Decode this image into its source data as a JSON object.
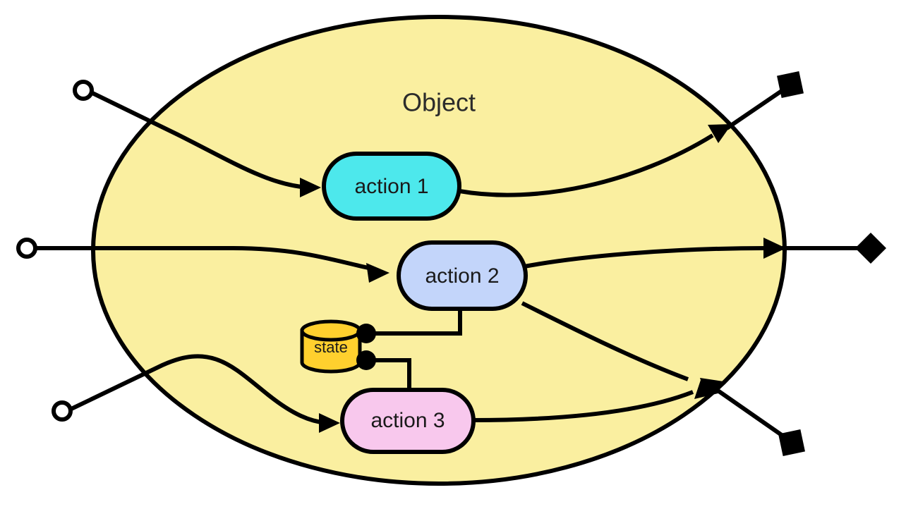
{
  "diagram": {
    "title": "Object",
    "container": {
      "name": "Object",
      "shape": "ellipse",
      "fill": "#faefa0",
      "stroke": "#000000"
    },
    "nodes": [
      {
        "id": "action1",
        "label": "action 1",
        "shape": "stadium",
        "fill": "#4de8ec",
        "stroke": "#000000"
      },
      {
        "id": "action2",
        "label": "action 2",
        "shape": "stadium",
        "fill": "#c3d5fa",
        "stroke": "#000000"
      },
      {
        "id": "action3",
        "label": "action 3",
        "shape": "stadium",
        "fill": "#f8c8ed",
        "stroke": "#000000"
      },
      {
        "id": "state",
        "label": "state",
        "shape": "cylinder",
        "fill": "#ffd02e",
        "stroke": "#000000"
      }
    ],
    "ports": {
      "inputs": [
        {
          "id": "in-1",
          "marker": "open-circle",
          "target": "action1"
        },
        {
          "id": "in-2",
          "marker": "open-circle",
          "target": "action2"
        },
        {
          "id": "in-3",
          "marker": "open-circle",
          "target": "action3"
        }
      ],
      "outputs": [
        {
          "id": "out-1",
          "marker": "filled-square",
          "source": "action1"
        },
        {
          "id": "out-2",
          "marker": "filled-diamond",
          "source": "action2"
        },
        {
          "id": "out-3",
          "marker": "filled-square",
          "source": "action3"
        }
      ],
      "state_connectors": [
        {
          "id": "state-port-top",
          "marker": "filled-circle",
          "peer": "action2"
        },
        {
          "id": "state-port-bottom",
          "marker": "filled-circle",
          "peer": "action3"
        }
      ]
    },
    "edges": [
      {
        "id": "edge-in1-action1",
        "from": "in-1",
        "to": "action1",
        "arrow": true
      },
      {
        "id": "edge-in2-action2",
        "from": "in-2",
        "to": "action2",
        "arrow": true
      },
      {
        "id": "edge-in3-action3",
        "from": "in-3",
        "to": "action3",
        "arrow": true
      },
      {
        "id": "edge-action1-out1",
        "from": "action1",
        "to": "out-1",
        "arrow": true
      },
      {
        "id": "edge-action2-out2",
        "from": "action2",
        "to": "out-2",
        "arrow": true
      },
      {
        "id": "edge-action2-out3",
        "from": "action2",
        "to": "out-3",
        "arrow": true
      },
      {
        "id": "edge-action3-out3",
        "from": "action3",
        "to": "out-3",
        "arrow": true
      },
      {
        "id": "edge-state-action2",
        "from": "state-port-top",
        "to": "action2",
        "arrow": false
      },
      {
        "id": "edge-state-action3",
        "from": "state-port-bottom",
        "to": "action3",
        "arrow": false
      }
    ]
  }
}
